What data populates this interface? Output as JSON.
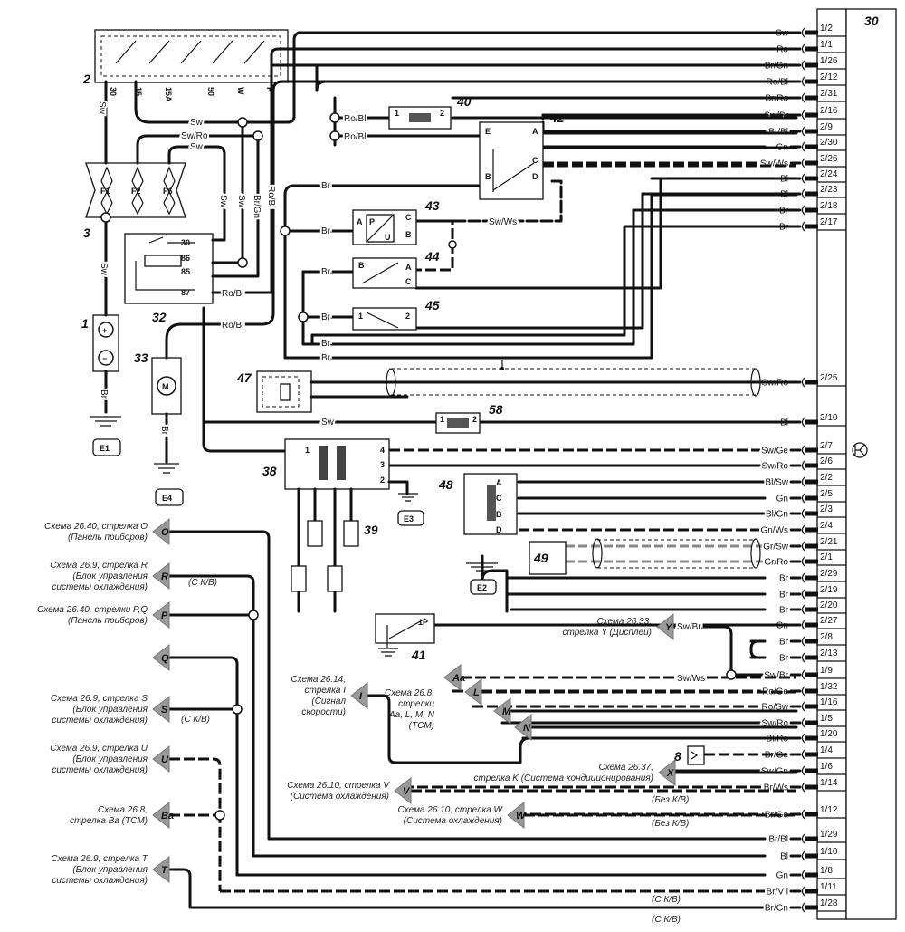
{
  "colors": {
    "wire": "#111111",
    "shielded_wire": "#888888",
    "arrow_fill": "#999999"
  },
  "components": {
    "ignition_switch": "2",
    "fuse_box": "3",
    "battery": "1",
    "relay": "32",
    "fan_motor": "33",
    "c40": "40",
    "c42": "42",
    "c43": "43",
    "c44": "44",
    "c45": "45",
    "c47": "47",
    "c58": "58",
    "c38": "38",
    "c39": "39",
    "c48": "48",
    "c49": "49",
    "c41": "41",
    "c8": "8",
    "ecu": "30"
  },
  "grounds": [
    "E1",
    "E4",
    "E3",
    "E2"
  ],
  "ignition_terminals": [
    "30",
    "15",
    "15A",
    "50",
    "W",
    "P"
  ],
  "fuses": [
    "F1",
    "F2",
    "F6"
  ],
  "relay_terminals": [
    "30",
    "86",
    "85",
    "87"
  ],
  "battery_symbols": [
    "+",
    "−"
  ],
  "motor_symbol": "M",
  "part_pins": {
    "c40": [
      "1",
      "2"
    ],
    "c58": [
      "1",
      "2"
    ],
    "c42": [
      "E",
      "A",
      "C",
      "B",
      "D"
    ],
    "c43": [
      "A",
      "C",
      "B"
    ],
    "c43_inner": [
      "P",
      "U"
    ],
    "c44": [
      "B",
      "A",
      "C"
    ],
    "c45": [
      "1",
      "2"
    ],
    "c38": [
      "1",
      "4",
      "3",
      "2"
    ],
    "c48": [
      "A",
      "C",
      "B",
      "D"
    ],
    "c41": "1P"
  },
  "left_wire_labels": {
    "sw_fuse": "Sw",
    "sw_battery": "Sw",
    "br_battery": "Br",
    "br_motor": "Br",
    "sw_main": "Sw",
    "sw_ro": "Sw/Ro",
    "sw_f6": "Sw",
    "sw_v1": "Sw",
    "sw_v2": "Sw",
    "br_gn_v": "Br/Gn",
    "ro_bl_v": "Ro/Bl",
    "ro_bl_40": "Ro/Bl",
    "ro_bl_42": "Ro/Bl",
    "ro_bl_87": "Ro/Bl",
    "ro_bl_motor": "Ro/Bl",
    "br_42": "Br",
    "br_43": "Br",
    "sw_ws_43": "Sw/Ws",
    "br_44": "Br",
    "br_45a": "Br",
    "br_45b": "Br",
    "br_bottom": "Br",
    "sw_58": "Sw"
  },
  "pins": [
    {
      "pin": "1/2",
      "wire": "Sw"
    },
    {
      "pin": "1/1",
      "wire": "Ro"
    },
    {
      "pin": "1/26",
      "wire": "Br/Gn"
    },
    {
      "pin": "2/12",
      "wire": "Ro/Bl"
    },
    {
      "pin": "2/31",
      "wire": "Br/Ro"
    },
    {
      "pin": "2/16",
      "wire": "Sw/Br"
    },
    {
      "pin": "2/9",
      "wire": "Br/Bl"
    },
    {
      "pin": "2/30",
      "wire": "Gn"
    },
    {
      "pin": "2/26",
      "wire": "Sw/Ws",
      "dashed": true
    },
    {
      "pin": "2/24",
      "wire": "Bl"
    },
    {
      "pin": "2/23",
      "wire": "Bl"
    },
    {
      "pin": "2/18",
      "wire": "Br"
    },
    {
      "pin": "2/17",
      "wire": "Br"
    },
    {
      "pin": "2/25",
      "wire": "Sw/Ro"
    },
    {
      "pin": "2/10",
      "wire": "Bl"
    },
    {
      "pin": "2/7",
      "wire": "Sw/Ge",
      "dashed": true
    },
    {
      "pin": "2/6",
      "wire": "Sw/Ro"
    },
    {
      "pin": "2/2",
      "wire": "Bl/Sw"
    },
    {
      "pin": "2/5",
      "wire": "Gn"
    },
    {
      "pin": "2/3",
      "wire": "Bl/Gn"
    },
    {
      "pin": "2/4",
      "wire": "Gn/Ws",
      "dashed": true
    },
    {
      "pin": "2/21",
      "wire": "Gr/Sw",
      "shielded": true
    },
    {
      "pin": "2/1",
      "wire": "Gr/Ro",
      "shielded": true
    },
    {
      "pin": "2/29",
      "wire": "Br"
    },
    {
      "pin": "2/19",
      "wire": "Br"
    },
    {
      "pin": "2/20",
      "wire": "Br"
    },
    {
      "pin": "2/27",
      "wire": "Gn"
    },
    {
      "pin": "2/8",
      "wire": "Br"
    },
    {
      "pin": "2/13",
      "wire": "Br"
    },
    {
      "pin": "1/9",
      "wire": "Sw/Br"
    },
    {
      "pin": "1/32",
      "wire": "Ro/Ge",
      "dashed": true
    },
    {
      "pin": "1/16",
      "wire": "Ro/Sw",
      "dashed": true
    },
    {
      "pin": "1/5",
      "wire": "Sw/Ro"
    },
    {
      "pin": "1/20",
      "wire": "Bl/Ro"
    },
    {
      "pin": "1/4",
      "wire": "Br/Ge",
      "dashed": true
    },
    {
      "pin": "1/6",
      "wire": "Sw/Gn"
    },
    {
      "pin": "1/14",
      "wire": "Br/Ws",
      "dashed": true
    },
    {
      "pin": "1/12",
      "wire": "Br/Ge",
      "dashed": true
    },
    {
      "pin": "1/29",
      "wire": "Br/Bl"
    },
    {
      "pin": "1/10",
      "wire": "Bl"
    },
    {
      "pin": "1/8",
      "wire": "Gn"
    },
    {
      "pin": "1/11",
      "wire": "Br/V i",
      "dashed": true
    },
    {
      "pin": "1/28",
      "wire": "Br/Gn"
    }
  ],
  "arrows": [
    {
      "letter": "O",
      "ref": [
        "Схема 26.40, стрелка O",
        "(Панель приборов)"
      ]
    },
    {
      "letter": "R",
      "ref": [
        "Схема 26.9, стрелка R",
        "(Блок управления",
        "системы охлаждения)"
      ]
    },
    {
      "letter": "P",
      "ref": [
        "Схема 26.40, стрелки P,Q",
        "(Панель приборов)"
      ]
    },
    {
      "letter": "Q",
      "ref": []
    },
    {
      "letter": "S",
      "ref": [
        "Схема 26.9, стрелка S",
        "(Блок управления",
        "системы охлаждения)"
      ]
    },
    {
      "letter": "U",
      "ref": [
        "Схема 26.9, стрелка U",
        "(Блок управления",
        "системы охлаждения)"
      ]
    },
    {
      "letter": "Ba",
      "ref": [
        "Схема 26.8,",
        "стрелка Ba (TCM)"
      ]
    },
    {
      "letter": "T",
      "ref": [
        "Схема 26.9, стрелка T",
        "(Блок управления",
        "системы охлаждения)"
      ]
    },
    {
      "letter": "I",
      "ref": [
        "Схема 26.14,",
        "стрелка I",
        "(Сигнал",
        "скорости)"
      ]
    },
    {
      "letter": "Aa",
      "ref": [
        "Схема 26.8,",
        "стрелки",
        "Aa, L, M, N",
        "(TCM)"
      ]
    },
    {
      "letter": "L",
      "ref": []
    },
    {
      "letter": "M",
      "ref": []
    },
    {
      "letter": "N",
      "ref": []
    },
    {
      "letter": "Y",
      "ref": [
        "Схема 26.33,",
        "стрелка Y (Дисплей)"
      ]
    },
    {
      "letter": "X",
      "ref": [
        "Схема 26.37,",
        "стрелка K (Система кондиционирования)"
      ]
    },
    {
      "letter": "V",
      "ref": [
        "Схема 26.10, стрелка V",
        "(Система охлаждения)"
      ]
    },
    {
      "letter": "W",
      "ref": [
        "Схема 26.10, стрелка W",
        "(Система охлаждения)"
      ]
    }
  ],
  "arrow_wire_labels": {
    "y": "Sw/Br",
    "aa": "Sw/Ws"
  },
  "notes": {
    "with_ac_r": "(С К/В)",
    "with_ac_s": "(С К/В)",
    "without_ac_1": "(Без К/В)",
    "without_ac_2": "(Без К/В)",
    "with_ac_u": "(С К/В)",
    "with_ac_t": "(С К/В)"
  },
  "icons": {
    "ecu": "transistor-icon",
    "relay": "coil-icon",
    "ground": "ground-icon"
  }
}
